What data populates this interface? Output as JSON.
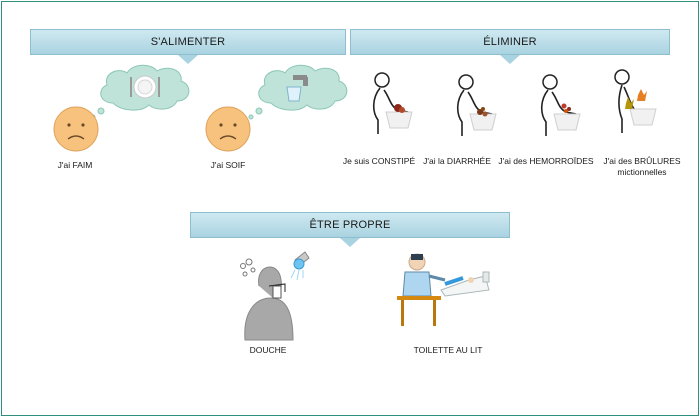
{
  "sections": {
    "alimenter": {
      "title": "S'ALIMENTER",
      "items": [
        {
          "label": "J'ai FAIM",
          "icon": "sad-face-plate-icon"
        },
        {
          "label": "J'ai SOIF",
          "icon": "sad-face-tap-icon"
        }
      ]
    },
    "eliminer": {
      "title": "ÉLIMINER",
      "items": [
        {
          "label": "Je suis CONSTIPÉ"
        },
        {
          "label": "J'ai la DIARRHÉE"
        },
        {
          "label": "J'ai des HEMORROÏDES"
        },
        {
          "label": "J'ai des BRÛLURES",
          "label2": "mictionnelles"
        }
      ]
    },
    "propre": {
      "title": "ÊTRE PROPRE",
      "items": [
        {
          "label": "DOUCHE"
        },
        {
          "label": "TOILETTE AU LIT"
        }
      ]
    }
  },
  "colors": {
    "banner": "#a9d3e1",
    "cloud": "#bfe3d9",
    "face": "#f7c27e",
    "frame": "#2f8f7f"
  }
}
